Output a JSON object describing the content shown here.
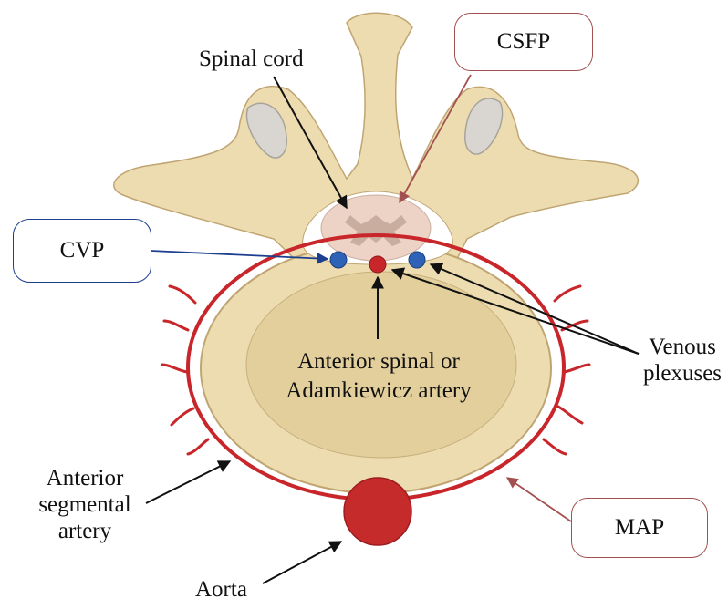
{
  "colors": {
    "bone": "#ecdcb0",
    "bone_edge": "#c0a572",
    "cortex": "#e2cc98",
    "facet": "#d9d6d1",
    "cord": "#ecd3c6",
    "grey_matter": "#c9ad9e",
    "artery_red": "#c8262b",
    "aorta_red": "#c62b2b",
    "vein_blue": "#2e62b6",
    "blue_arrow": "#1c3f8f",
    "red_arrow": "#a35150",
    "black_arrow": "#111111"
  },
  "labels": {
    "spinal_cord": "Spinal cord",
    "csfp": "CSFP",
    "cvp": "CVP",
    "anterior_spinal_line1": "Anterior spinal or",
    "anterior_spinal_line2": "Adamkiewicz artery",
    "venous_line1": "Venous",
    "venous_line2": "plexuses",
    "segmental_line1": "Anterior",
    "segmental_line2": "segmental",
    "segmental_line3": "artery",
    "map": "MAP",
    "aorta": "Aorta"
  }
}
